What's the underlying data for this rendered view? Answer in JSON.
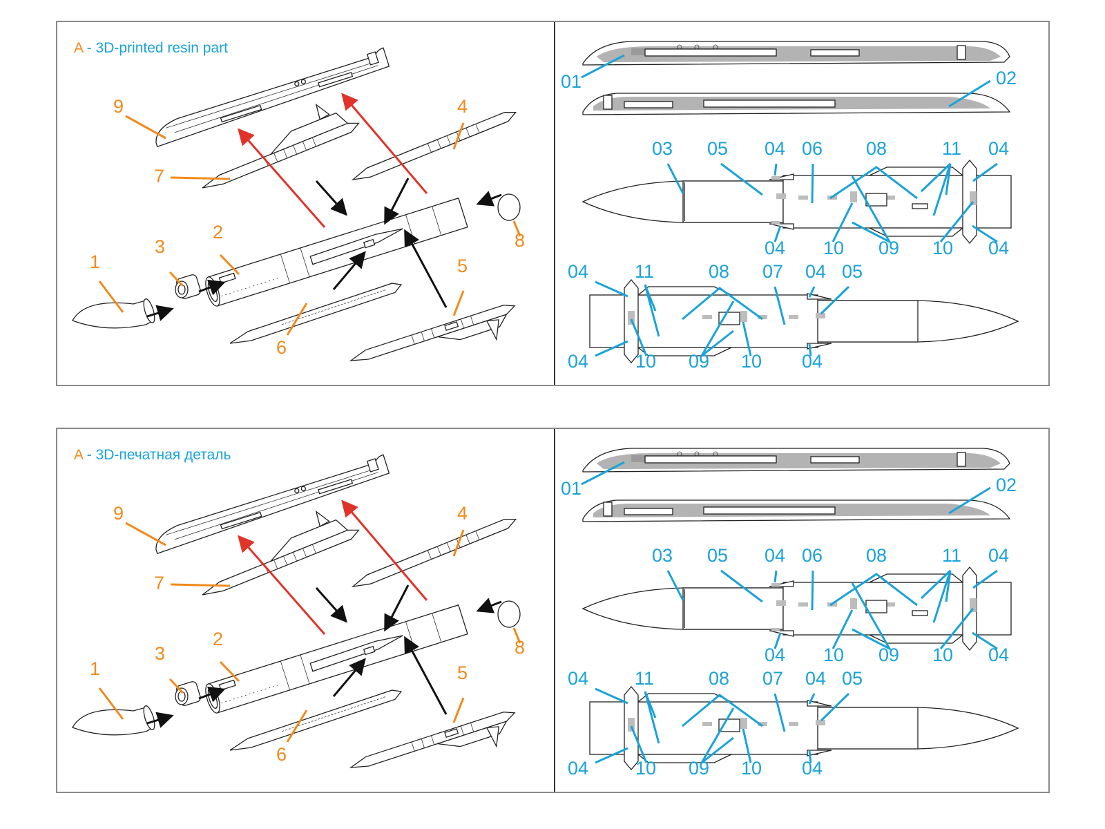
{
  "colors": {
    "part_letter": "#f28a1c",
    "caption": "#1aa3d9",
    "part_number": "#f28a1c",
    "decal_number": "#1aa3d9",
    "attach_arrow": "#e0342a",
    "assembly_arrow": "#111111",
    "frame": "#8a8a8a"
  },
  "sheets": [
    {
      "lang": "en",
      "legend": {
        "letter": "A",
        "caption": "- 3D-printed resin part"
      },
      "assembly_parts": [
        "1",
        "2",
        "3",
        "4",
        "5",
        "6",
        "7",
        "8",
        "9"
      ],
      "decal_views": {
        "pylon_labels": [
          "01",
          "02"
        ],
        "missile_top_labels": [
          "03",
          "05",
          "04",
          "06",
          "08",
          "11",
          "04",
          "04",
          "10",
          "09",
          "10",
          "04"
        ],
        "missile_bottom_labels": [
          "04",
          "11",
          "08",
          "07",
          "04",
          "05",
          "04",
          "10",
          "09",
          "10",
          "04"
        ]
      }
    },
    {
      "lang": "ru",
      "legend": {
        "letter": "A",
        "caption": "- 3D-печатная деталь"
      },
      "assembly_parts": [
        "1",
        "2",
        "3",
        "4",
        "5",
        "6",
        "7",
        "8",
        "9"
      ],
      "decal_views": {
        "pylon_labels": [
          "01",
          "02"
        ],
        "missile_top_labels": [
          "03",
          "05",
          "04",
          "06",
          "08",
          "11",
          "04",
          "04",
          "10",
          "09",
          "10",
          "04"
        ],
        "missile_bottom_labels": [
          "04",
          "11",
          "08",
          "07",
          "04",
          "05",
          "04",
          "10",
          "09",
          "10",
          "04"
        ]
      }
    }
  ]
}
